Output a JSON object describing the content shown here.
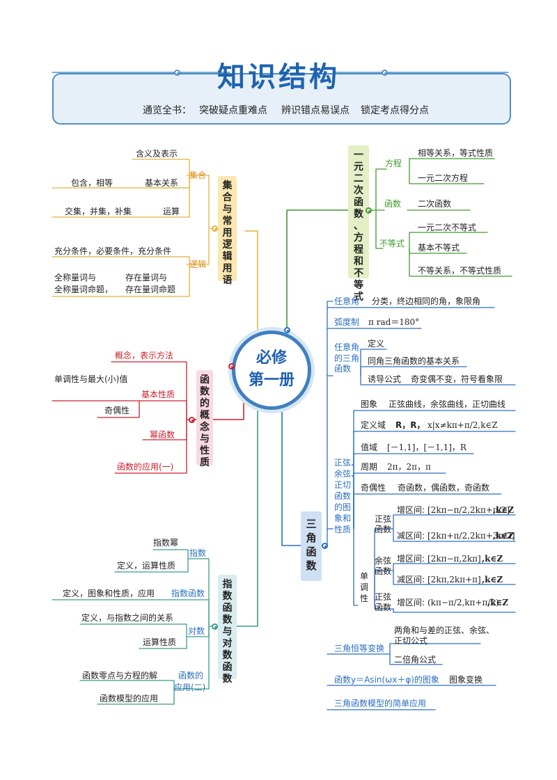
{
  "header": {
    "title": "知识结构",
    "subtitle_lead": "通览全书：",
    "subtitle_items": [
      "突破疑点重难点",
      "辨识错点易误点",
      "锁定考点得分点"
    ]
  },
  "center": {
    "line1": "必修",
    "line2": "第一册"
  },
  "colors": {
    "blue": "#2a6fc0",
    "orange": "#e08a12",
    "green": "#3f9a2c",
    "red": "#cc1f2b",
    "teal": "#3a9a8a"
  },
  "sets": {
    "title": "集合与常用逻辑用语",
    "branch_sets": "集合",
    "items_sets": [
      "含义及表示",
      "基本关系",
      "包含，相等",
      "运算",
      "交集，并集，补集"
    ],
    "branch_logic": "逻辑",
    "items_logic": [
      "充分条件，必要条件，充分条件",
      "全称量词与",
      "全称量词命题，",
      "存在量词与",
      "存在量词命题"
    ]
  },
  "functions": {
    "title": "函数的概念与性质",
    "items": [
      "概念，表示方法",
      "基本性质",
      "单调性与最大(小)值",
      "奇偶性",
      "幂函数",
      "函数的应用(一)"
    ]
  },
  "explog": {
    "title": "指数函数与对数函数",
    "items": [
      "指数",
      "指数幂",
      "定义，运算性质",
      "指数函数",
      "定义，图象和性质，应用",
      "对数",
      "定义，与指数之间的关系",
      "运算性质",
      "函数的",
      "应用(二)",
      "函数零点与方程的解",
      "函数模型的应用"
    ]
  },
  "quadratic": {
    "title": "一元二次函数、方程和不等式",
    "items": [
      "方程",
      "相等关系，等式性质",
      "一元二次方程",
      "函数",
      "二次函数",
      "不等式",
      "一元二次不等式",
      "基本不等式",
      "不等关系，不等式性质"
    ]
  },
  "trig": {
    "title": "三角函数",
    "any_angle": "任意角",
    "any_angle_desc": "分类，终边相同的角，象限角",
    "radian": "弧度制",
    "radian_desc": "π rad＝180°",
    "def_branch": [
      "任意角",
      "的三角",
      "函数"
    ],
    "def_items": [
      "定义",
      "同角三角函数的基本关系",
      "诱导公式",
      "奇变偶不变，符号看象限"
    ],
    "graph_branch": [
      "正弦、",
      "余弦、",
      "正切",
      "函数",
      "的图",
      "象和",
      "性质"
    ],
    "graph_items": [
      "图象",
      "正弦曲线，余弦曲线，正切曲线",
      "定义域",
      "R，R，",
      "值域",
      "[－1,1]，[－1,1]，R",
      "周期",
      "2π，2π，π",
      "奇偶性",
      "奇函数，偶函数，奇函数"
    ],
    "domain_tan": "x|x≠kπ+π/2,k∈Z",
    "mono": [
      "单",
      "调",
      "性"
    ],
    "sin_label": [
      "正弦",
      "函数"
    ],
    "cos_label": [
      "余弦",
      "函数"
    ],
    "tan_label": [
      "正弦",
      "函数"
    ],
    "intervals": [
      {
        "label": "增区间:",
        "interval": "[2kπ−π/2,2kπ+π/2]",
        "suffix": ",k∈Z"
      },
      {
        "label": "减区间:",
        "interval": "[2kπ+π/2,2kπ+3π/2]",
        "suffix": ",k∈Z"
      },
      {
        "label": "增区间:",
        "interval": "[2kπ−π,2kπ]",
        "suffix": ",k∈Z"
      },
      {
        "label": "减区间:",
        "interval": "[2kπ,2kπ+π]",
        "suffix": ",k∈Z"
      },
      {
        "label": "增区间:",
        "interval": "(kπ−π/2,kπ+π/2)",
        "suffix": ",k∈Z"
      }
    ],
    "identity": "三角恒等变换",
    "identity_items": [
      "两角和与差的正弦、余弦、",
      "正切公式",
      "二倍角公式"
    ],
    "asin": "函数y＝Asin(ωx＋φ)的图象",
    "asin_desc": "图象变换",
    "model": "三角函数模型的简单应用"
  }
}
